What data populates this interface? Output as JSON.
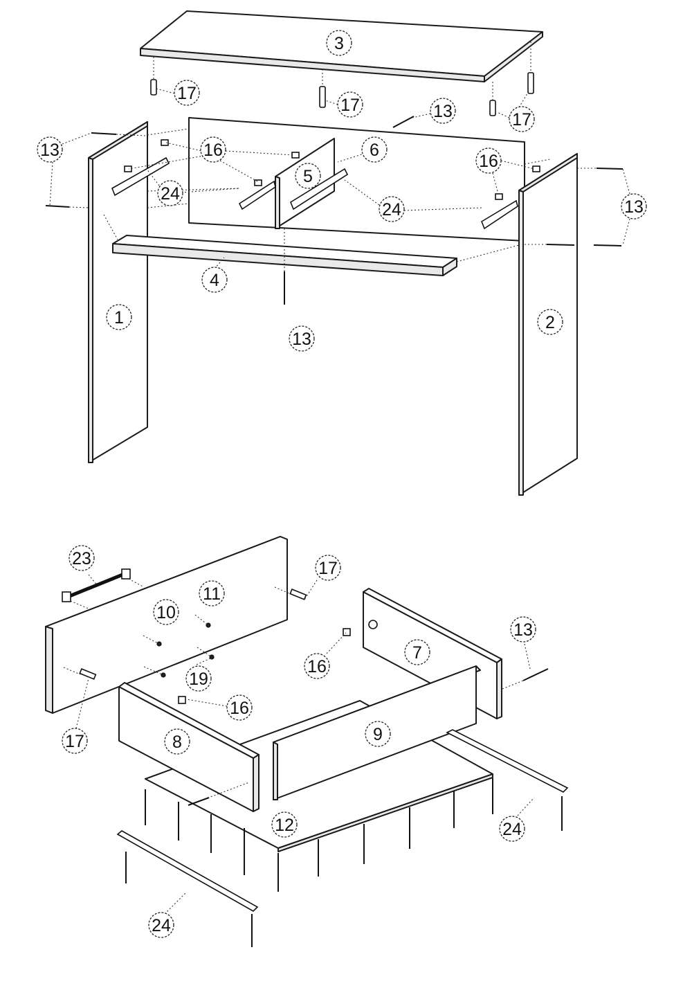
{
  "diagram": {
    "labels": [
      {
        "id": "c1",
        "text": "3"
      },
      {
        "id": "c2",
        "text": "17"
      },
      {
        "id": "c3",
        "text": "17"
      },
      {
        "id": "c4",
        "text": "17"
      },
      {
        "id": "c5",
        "text": "13"
      },
      {
        "id": "c6",
        "text": "13"
      },
      {
        "id": "c7",
        "text": "16"
      },
      {
        "id": "c8",
        "text": "6"
      },
      {
        "id": "c9",
        "text": "5"
      },
      {
        "id": "c10",
        "text": "24"
      },
      {
        "id": "c11",
        "text": "24"
      },
      {
        "id": "c12",
        "text": "16"
      },
      {
        "id": "c13",
        "text": "13"
      },
      {
        "id": "c14",
        "text": "4"
      },
      {
        "id": "c15",
        "text": "13"
      },
      {
        "id": "c16",
        "text": "1"
      },
      {
        "id": "c17",
        "text": "2"
      },
      {
        "id": "c18",
        "text": "23"
      },
      {
        "id": "c19",
        "text": "17"
      },
      {
        "id": "c20",
        "text": "11"
      },
      {
        "id": "c21",
        "text": "10"
      },
      {
        "id": "c22",
        "text": "13"
      },
      {
        "id": "c23",
        "text": "7"
      },
      {
        "id": "c24",
        "text": "16"
      },
      {
        "id": "c25",
        "text": "19"
      },
      {
        "id": "c26",
        "text": "16"
      },
      {
        "id": "c27",
        "text": "17"
      },
      {
        "id": "c28",
        "text": "8"
      },
      {
        "id": "c29",
        "text": "9"
      },
      {
        "id": "c30",
        "text": "12"
      },
      {
        "id": "c31",
        "text": "24"
      },
      {
        "id": "c32",
        "text": "24"
      }
    ]
  }
}
